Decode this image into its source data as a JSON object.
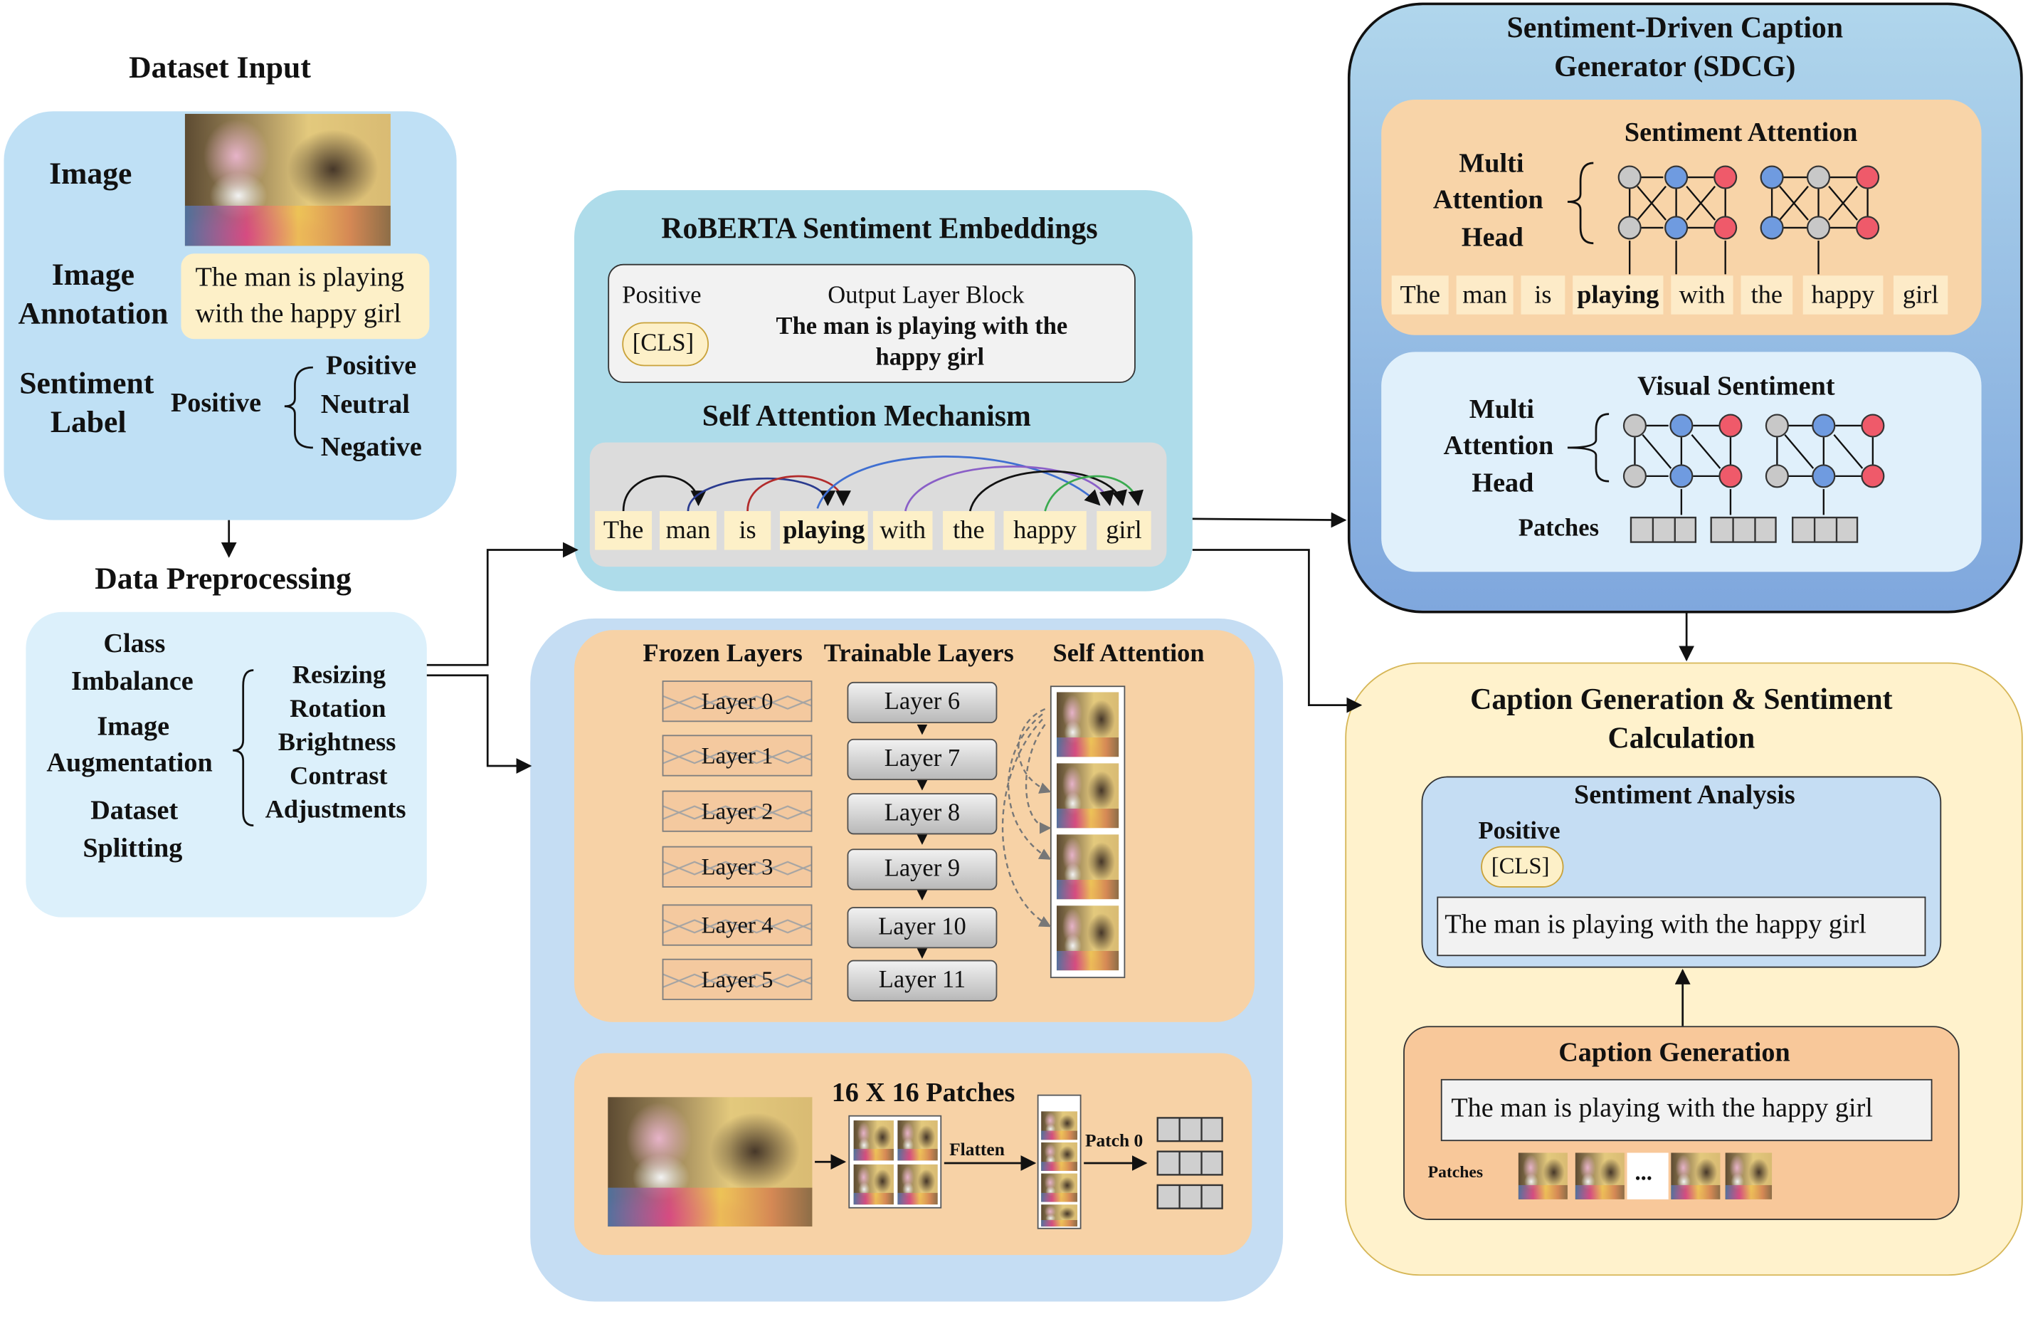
{
  "dataset_input": {
    "title": "Dataset Input",
    "image_label": "Image",
    "annotation_label_1": "Image",
    "annotation_label_2": "Annotation",
    "annotation_text_1": "The man is playing",
    "annotation_text_2": "with the happy girl",
    "sentiment_label_1": "Sentiment",
    "sentiment_label_2": "Label",
    "sentiment_value": "Positive",
    "sentiment_options": [
      "Positive",
      "Neutral",
      "Negative"
    ]
  },
  "preprocessing": {
    "title": "Data Preprocessing",
    "left_items": [
      "Class",
      "Imbalance",
      "Image",
      "Augmentation",
      "Dataset",
      "Splitting"
    ],
    "right_items": [
      "Resizing",
      "Rotation",
      "Brightness",
      "Contrast",
      "Adjustments"
    ]
  },
  "roberta": {
    "title": "RoBERTA Sentiment Embeddings",
    "positive": "Positive",
    "cls": "[CLS]",
    "output_block": "Output Layer Block",
    "output_text_1": "The man is playing with the",
    "output_text_2": "happy girl",
    "self_attention_title": "Self Attention Mechanism",
    "tokens": [
      "The",
      "man",
      "is",
      "playing",
      "with",
      "the",
      "happy",
      "girl"
    ]
  },
  "vit": {
    "frozen_title": "Frozen Layers",
    "trainable_title": "Trainable Layers",
    "self_attention_title": "Self Attention",
    "frozen_layers": [
      "Layer 0",
      "Layer 1",
      "Layer 2",
      "Layer 3",
      "Layer 4",
      "Layer 5"
    ],
    "trainable_layers": [
      "Layer 6",
      "Layer 7",
      "Layer 8",
      "Layer 9",
      "Layer 10",
      "Layer 11"
    ],
    "patches_title": "16 X 16 Patches",
    "flatten": "Flatten",
    "patch0": "Patch 0"
  },
  "sdcg": {
    "title_1": "Sentiment-Driven Caption",
    "title_2": "Generator (SDCG)",
    "sentiment_attention": "Sentiment Attention",
    "mah_1": "Multi",
    "mah_2": "Attention",
    "mah_3": "Head",
    "tokens": [
      "The",
      "man",
      "is",
      "playing",
      "with",
      "the",
      "happy",
      "girl"
    ],
    "visual_sentiment": "Visual Sentiment",
    "patches": "Patches"
  },
  "caption": {
    "title_1": "Caption Generation & Sentiment",
    "title_2": "Calculation",
    "sentiment_analysis": "Sentiment Analysis",
    "positive": "Positive",
    "cls": "[CLS]",
    "analysis_text": "The man is playing with the happy girl",
    "generation_title": "Caption Generation",
    "generation_text": "The man is playing with the happy girl",
    "patches": "Patches",
    "ellipsis": "..."
  },
  "colors": {
    "light_blue_panel": "#bfe0f5",
    "orange_panel": "#f8d4a8",
    "yellow_panel": "#fff2cc",
    "sdcg_blue": "#a9cbe8",
    "node_gray": "#c8c8c8",
    "node_blue": "#6f9be0",
    "node_red": "#ef5a6a"
  }
}
